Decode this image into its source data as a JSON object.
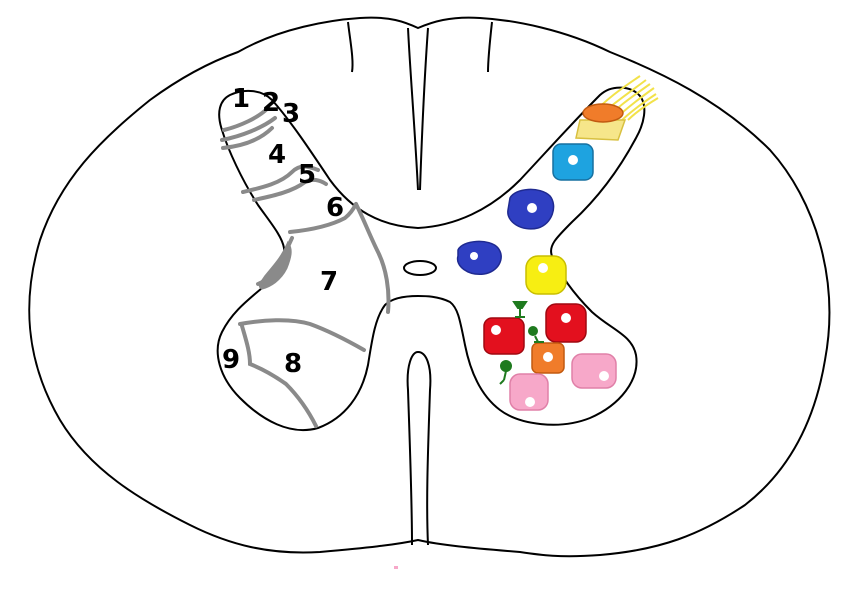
{
  "laminae": [
    {
      "id": "1",
      "label": "1"
    },
    {
      "id": "2",
      "label": "2"
    },
    {
      "id": "3",
      "label": "3"
    },
    {
      "id": "4",
      "label": "4"
    },
    {
      "id": "5",
      "label": "5"
    },
    {
      "id": "6",
      "label": "6"
    },
    {
      "id": "7",
      "label": "7"
    },
    {
      "id": "8",
      "label": "8"
    },
    {
      "id": "9",
      "label": "9"
    }
  ],
  "colors": {
    "outline": "#000000",
    "lamina_lines": "#8a8a8a",
    "dorsal_root": "#f2e24a",
    "nucleus_orange": "#f07c2a",
    "nucleus_cyan": "#1ea3e0",
    "nucleus_blue": "#2f3fc2",
    "nucleus_yellow": "#f7ee12",
    "nucleus_red": "#e3101e",
    "nucleus_pink": "#f7a8c9",
    "synapse_green": "#1e7a1e"
  }
}
